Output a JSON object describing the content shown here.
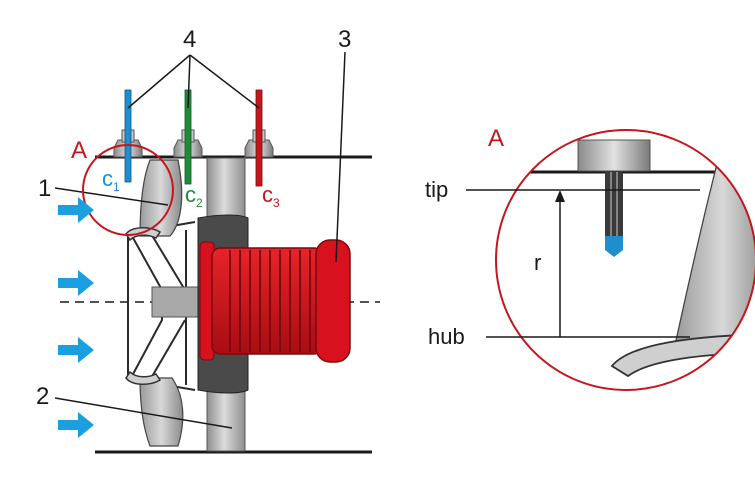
{
  "labels": {
    "n1": "1",
    "n2": "2",
    "n3": "3",
    "n4": "4",
    "A_left": "A",
    "A_right": "A",
    "c1_main": "c",
    "c1_sub": "1",
    "c2_main": "c",
    "c2_sub": "2",
    "c3_main": "c",
    "c3_sub": "3",
    "tip": "tip",
    "hub": "hub",
    "r": "r"
  },
  "colors": {
    "probe1": "#1f8ecf",
    "probe2": "#1e8a3a",
    "probe3": "#c4161c",
    "motor": "#d7111d",
    "airflow": "#1aa0e0",
    "circle": "#c4161c"
  }
}
